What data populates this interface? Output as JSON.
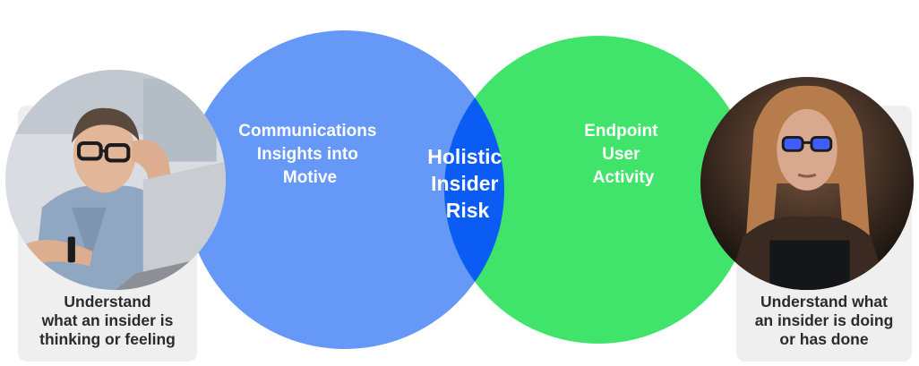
{
  "diagram": {
    "left_circle": {
      "lines": [
        "Communications",
        "Insights into",
        "Motive"
      ],
      "color": "#6699f7"
    },
    "right_circle": {
      "lines": [
        "Endpoint",
        "User",
        "Activity"
      ],
      "color": "#41e46a"
    },
    "overlap": {
      "lines": [
        "Holistic",
        "Insider",
        "Risk"
      ],
      "color": "#0a5cf5"
    }
  },
  "left_panel": {
    "caption": "Understand\nwhat an insider is\nthinking or feeling",
    "photo_icon": "man-at-laptop-photo"
  },
  "right_panel": {
    "caption": "Understand what\nan insider is doing\nor has done",
    "photo_icon": "woman-at-screen-photo"
  }
}
